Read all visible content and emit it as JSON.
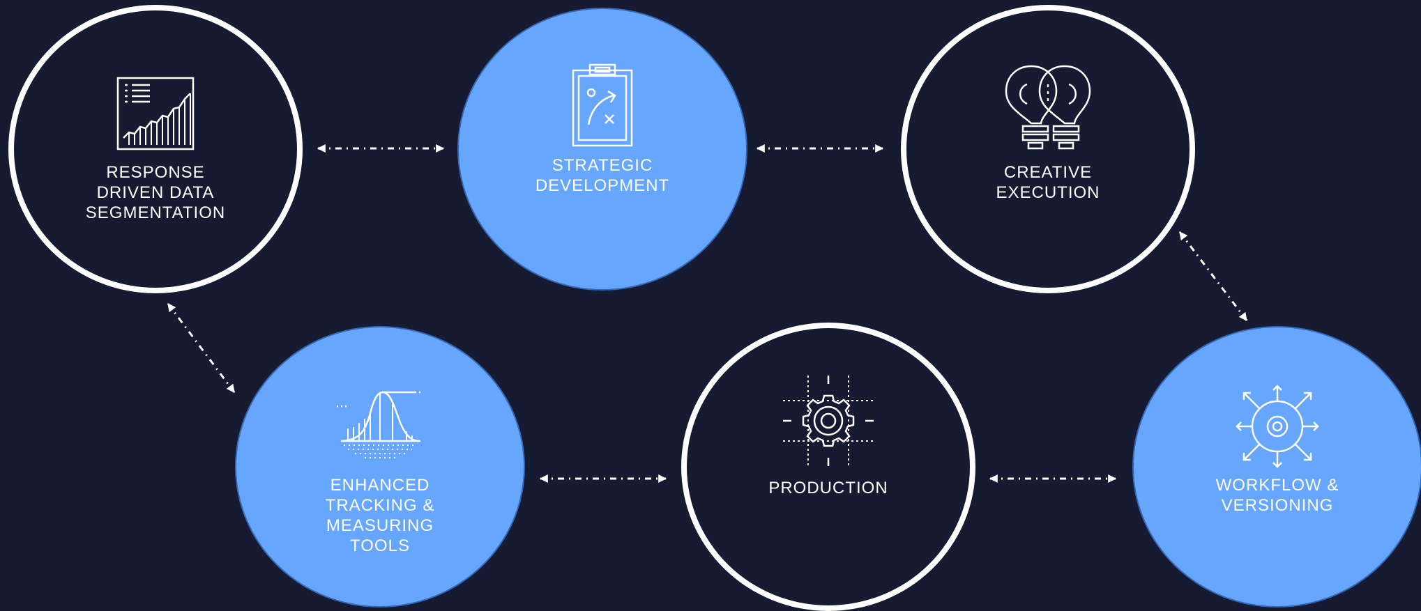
{
  "colors": {
    "background": "#161b31",
    "accent": "#67a6fd",
    "outline": "#ffffff"
  },
  "nodes": [
    {
      "id": "segmentation",
      "style": "dark",
      "icon": "growth-chart-icon",
      "lines": [
        "RESPONSE",
        "DRIVEN DATA",
        "SEGMENTATION"
      ]
    },
    {
      "id": "strategic",
      "style": "blue",
      "icon": "clipboard-strategy-icon",
      "lines": [
        "STRATEGIC",
        "DEVELOPMENT"
      ]
    },
    {
      "id": "creative",
      "style": "dark",
      "icon": "lightbulbs-icon",
      "lines": [
        "CREATIVE",
        "EXECUTION"
      ]
    },
    {
      "id": "tracking",
      "style": "blue",
      "icon": "bell-curve-icon",
      "lines": [
        "ENHANCED",
        "TRACKING &",
        "MEASURING",
        "TOOLS"
      ]
    },
    {
      "id": "production",
      "style": "dark",
      "icon": "gear-icon",
      "lines": [
        "PRODUCTION"
      ]
    },
    {
      "id": "workflow",
      "style": "blue",
      "icon": "workflow-hub-icon",
      "lines": [
        "WORKFLOW &",
        "VERSIONING"
      ]
    }
  ],
  "connectors": [
    {
      "from": "segmentation",
      "to": "strategic",
      "style": "dash-dot",
      "bidirectional": true
    },
    {
      "from": "strategic",
      "to": "creative",
      "style": "dash-dot",
      "bidirectional": true
    },
    {
      "from": "creative",
      "to": "workflow",
      "style": "dash-dot",
      "bidirectional": true
    },
    {
      "from": "production",
      "to": "workflow",
      "style": "dash-dot",
      "bidirectional": true
    },
    {
      "from": "tracking",
      "to": "production",
      "style": "dash-dot",
      "bidirectional": true
    },
    {
      "from": "segmentation",
      "to": "tracking",
      "style": "dash-dot",
      "bidirectional": true
    }
  ]
}
